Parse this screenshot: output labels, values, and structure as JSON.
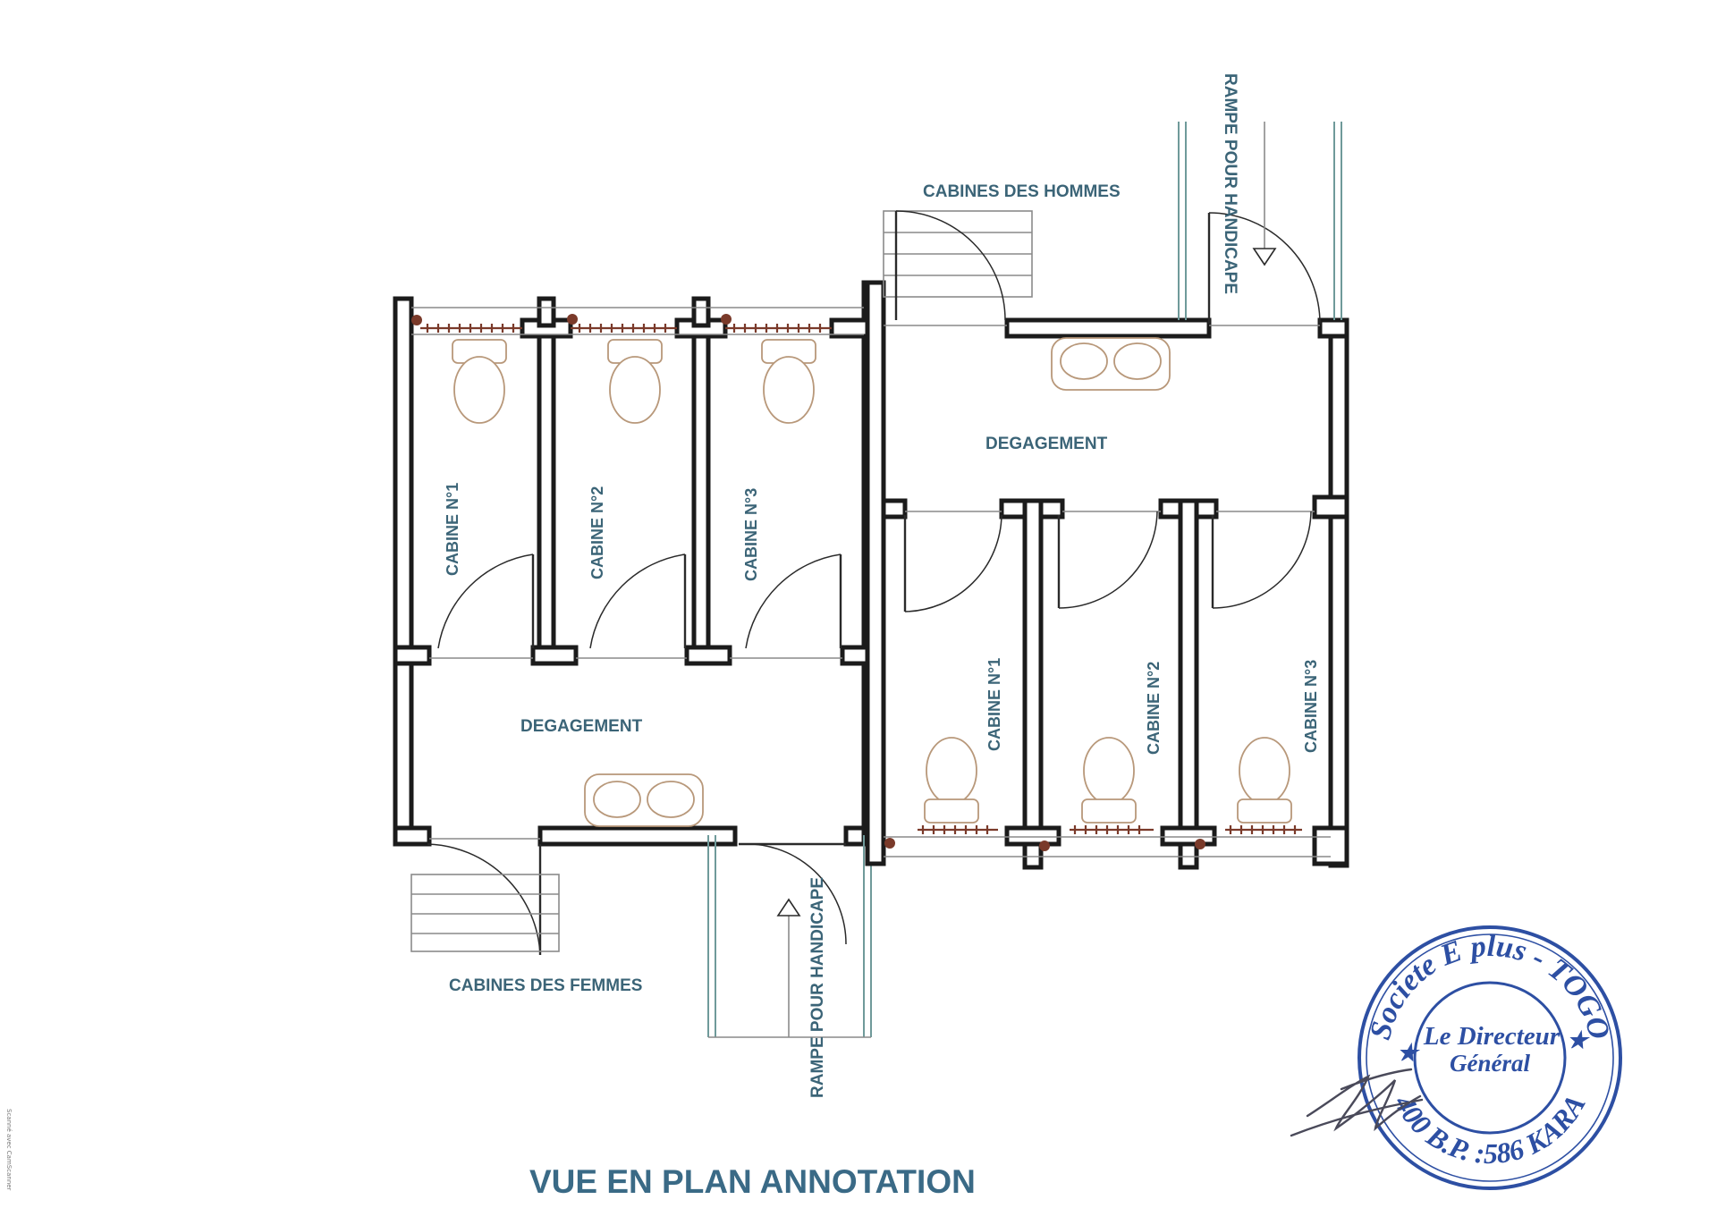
{
  "labels": {
    "men_area": "CABINES DES HOMMES",
    "women_area": "CABINES DES FEMMES",
    "ramp_men": "RAMPE POUR HANDICAPE",
    "ramp_women": "RAMPE POUR HANDICAPE",
    "corridor_men": "DEGAGEMENT",
    "corridor_women": "DEGAGEMENT",
    "women_cabin_1": "CABINE N°1",
    "women_cabin_2": "CABINE N°2",
    "women_cabin_3": "CABINE N°3",
    "men_cabin_1": "CABINE N°1",
    "men_cabin_2": "CABINE N°2",
    "men_cabin_3": "CABINE N°3"
  },
  "title": "VUE EN PLAN ANNOTATION",
  "stamp": {
    "company": "Societe E plus - TOGO",
    "line1": "Le Directeur",
    "line2": "Général",
    "address": "400 B.P. :586 KARA"
  },
  "scan_note": "Scanné avec CamScanner",
  "colors": {
    "label_text": "#3b6477",
    "title_text": "#3a6a86",
    "walls": "#1b1b1b",
    "stamp": "#2d4fa3"
  }
}
